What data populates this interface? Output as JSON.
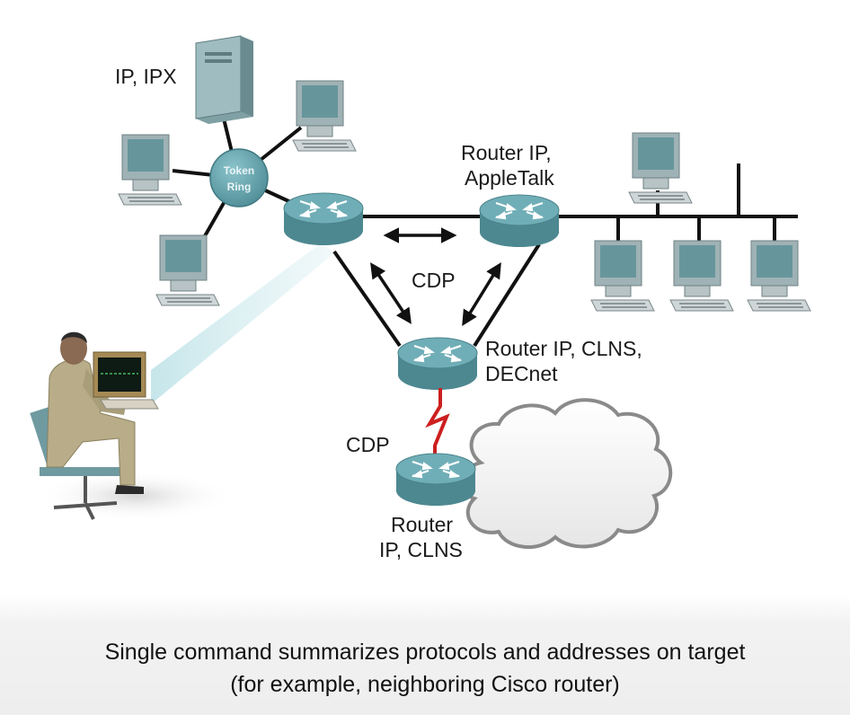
{
  "labels": {
    "server_protocols": "IP, IPX",
    "token_ring_line1": "Token",
    "token_ring_line2": "Ring",
    "router_top_right_line1": "Router IP,",
    "router_top_right_line2": "AppleTalk",
    "cdp_center": "CDP",
    "router_middle_line1": "Router IP, CLNS,",
    "router_middle_line2": "DECnet",
    "cdp_bottom": "CDP",
    "router_bottom_line1": "Router",
    "router_bottom_line2": "IP, CLNS"
  },
  "caption": {
    "line1": "Single command summarizes protocols and addresses on target",
    "line2": "(for example, neighboring Cisco router)"
  },
  "colors": {
    "router": "#5c9aa3",
    "router_dark": "#3f737b",
    "serial_link": "#cc1f1f",
    "link": "#111111",
    "caption_band": "#f0f0f0"
  }
}
